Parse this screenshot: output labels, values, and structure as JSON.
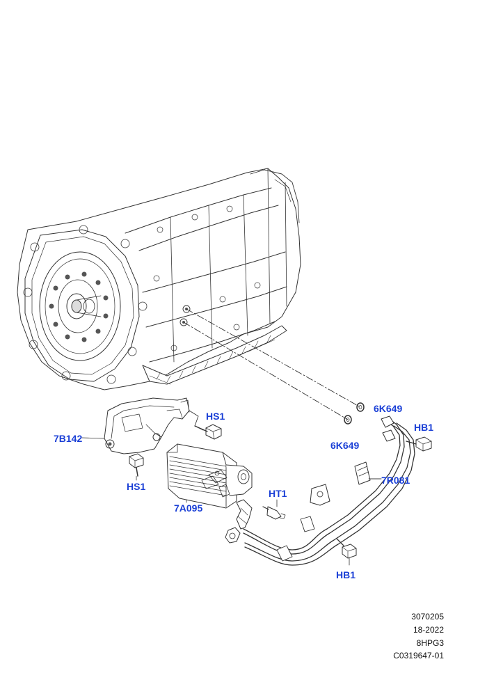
{
  "callouts": {
    "k6649_a": "6K649",
    "hb1_a": "HB1",
    "hs1_a": "HS1",
    "b7142": "7B142",
    "k6649_b": "6K649",
    "r7081": "7R081",
    "hs1_b": "HS1",
    "ht1": "HT1",
    "a7095": "7A095",
    "hb1_b": "HB1"
  },
  "footer": {
    "line1": "3070205",
    "line2": "18-2022",
    "line3": "8HPG3",
    "line4": "C0319647-01"
  },
  "colors": {
    "callout": "#1a3fd6",
    "linework": "#333333"
  }
}
